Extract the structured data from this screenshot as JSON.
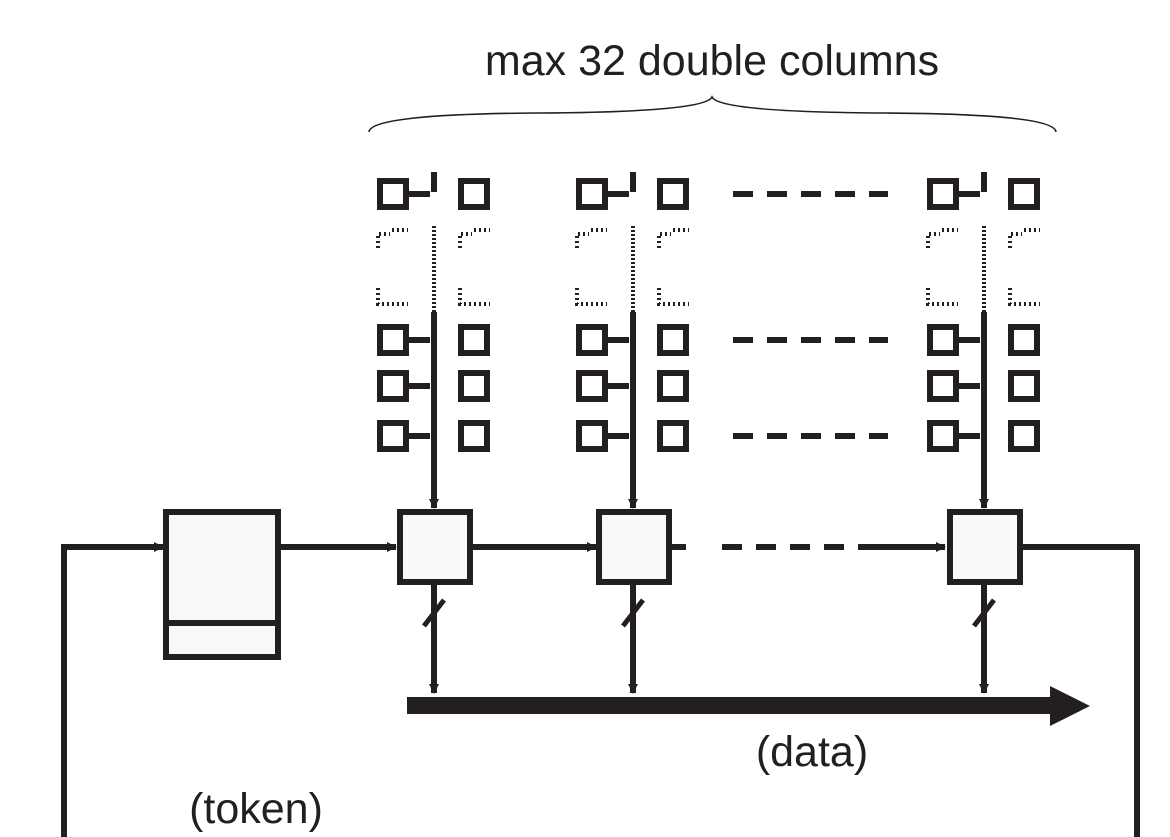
{
  "labels": {
    "title": "max 32 double columns",
    "data": "(data)",
    "token": "(token)"
  },
  "colors": {
    "ink": "#231f20",
    "block_fill": "#f9f9f9",
    "background": "#ffffff"
  }
}
